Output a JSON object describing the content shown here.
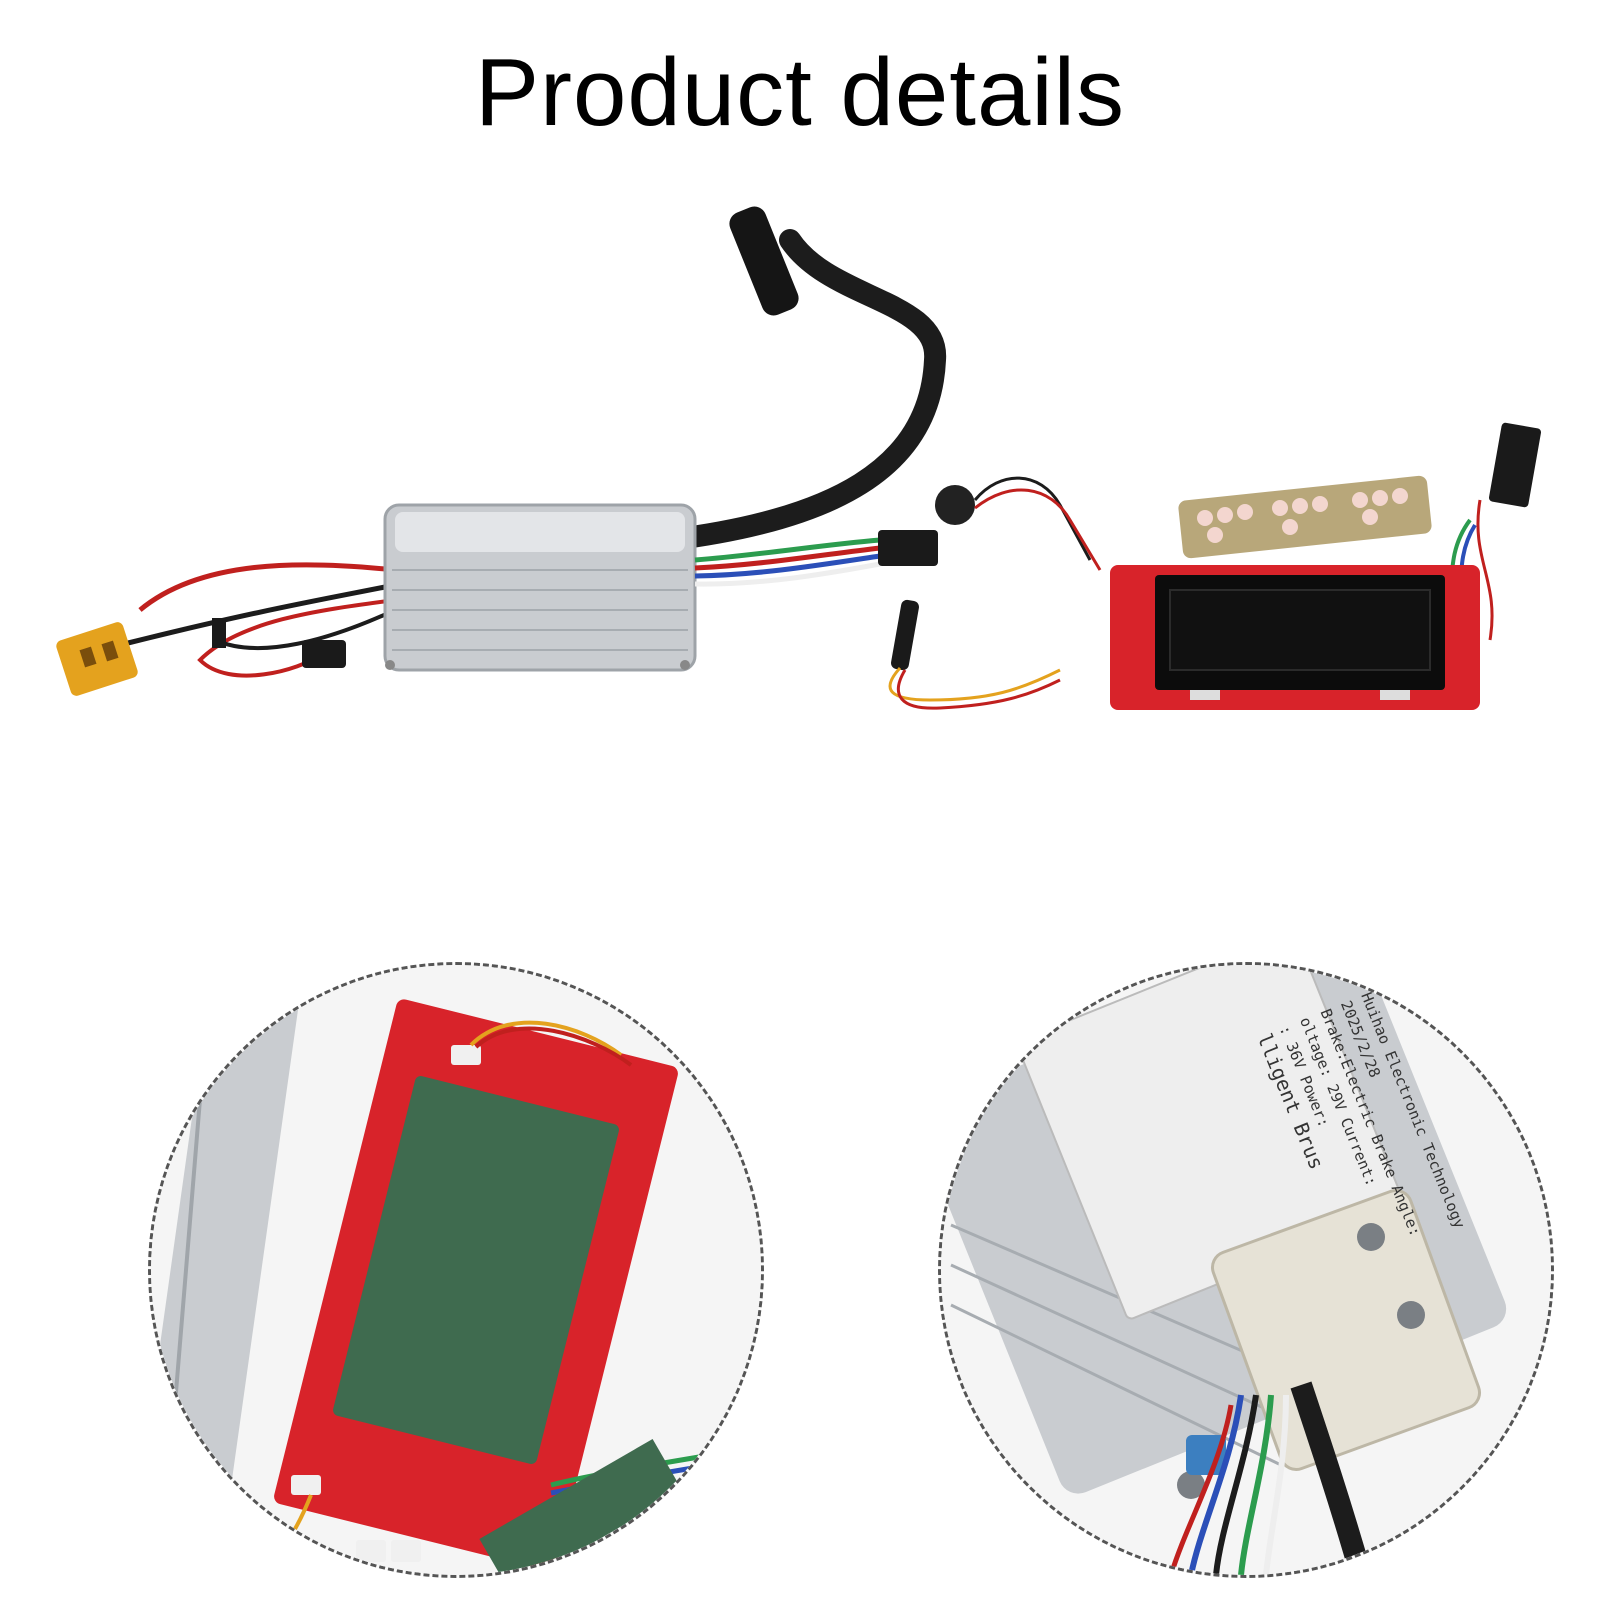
{
  "page": {
    "title": "Product details"
  },
  "label_lines": [
    "Huihao Electronic Technology",
    "2025/2/28",
    "Brake:Electric Brake Angle:",
    "oltage: 29V  Current:",
    ": 36V  Power:",
    "lligent  Brus"
  ],
  "colors": {
    "pcb_red": "#d8232a",
    "aluminum": "#c9ccd0",
    "cable_black": "#1c1c1c",
    "connector_yellow": "#e4a21e",
    "insulation_green": "#3f6b4f"
  }
}
